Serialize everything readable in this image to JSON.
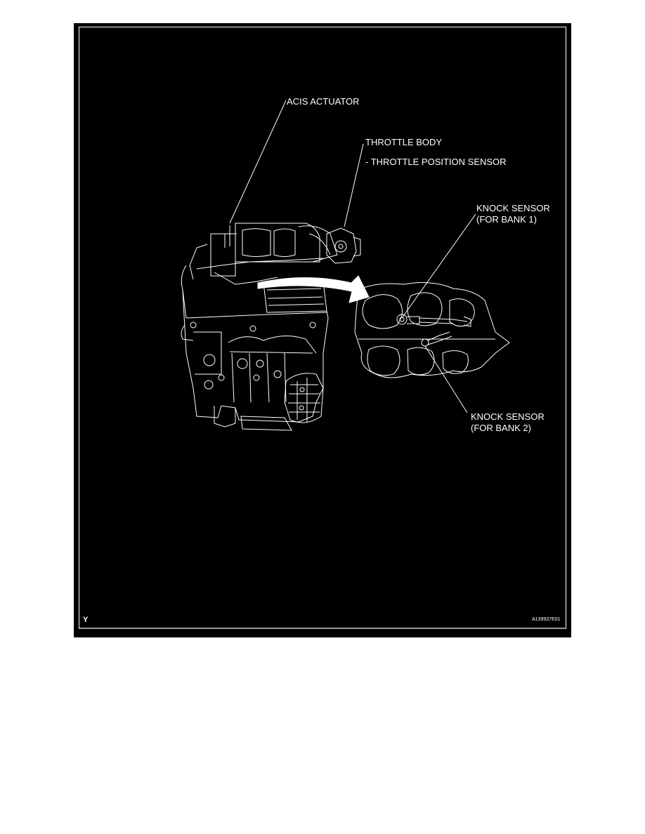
{
  "figure": {
    "background": "#000000",
    "line_color": "#ffffff",
    "labels": {
      "acis_actuator": "ACIS ACTUATOR",
      "throttle_body": "THROTTLE BODY",
      "throttle_position_sensor": "- THROTTLE POSITION SENSOR",
      "knock_sensor_bank1_line1": "KNOCK SENSOR",
      "knock_sensor_bank1_line2": "(FOR BANK 1)",
      "knock_sensor_bank2_line1": "KNOCK SENSOR",
      "knock_sensor_bank2_line2": "(FOR BANK 2)"
    },
    "corner_mark": "Y",
    "figure_code": "A139937E01"
  }
}
